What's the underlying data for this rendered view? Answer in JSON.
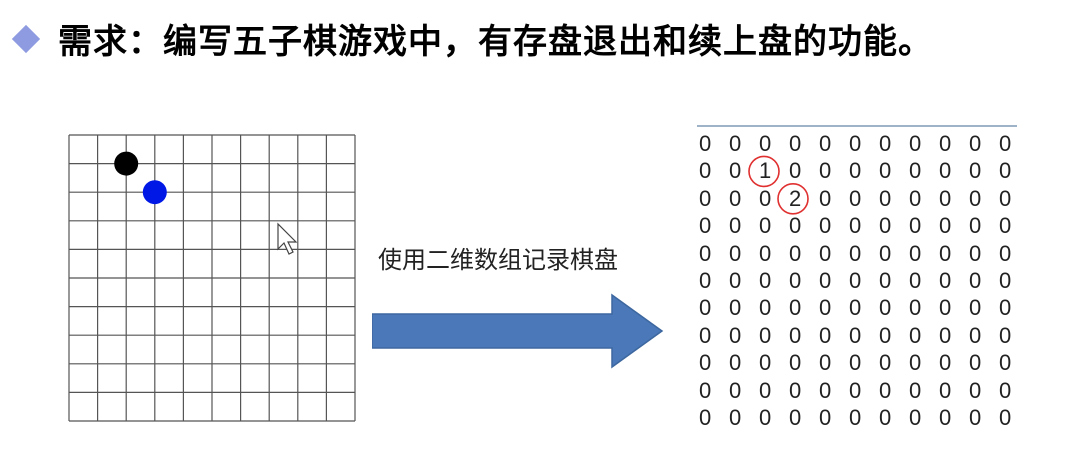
{
  "heading": {
    "bullet_icon": "diamond-bullet-icon",
    "bullet_color": "#8e9be0",
    "text": "需求：编写五子棋游戏中，有存盘退出和续上盘的功能。"
  },
  "board": {
    "rows": 10,
    "cols": 10,
    "stones": [
      {
        "row": 1,
        "col": 2,
        "color": "#000000"
      },
      {
        "row": 2,
        "col": 3,
        "color": "#0018e6"
      }
    ],
    "cursor_icon": "mouse-pointer-icon"
  },
  "caption": "使用二维数组记录棋盘",
  "arrow": {
    "icon": "right-arrow-icon",
    "color": "#4a78b8"
  },
  "matrix": {
    "rows": [
      [
        "0",
        "0",
        "0",
        "0",
        "0",
        "0",
        "0",
        "0",
        "0",
        "0",
        "0"
      ],
      [
        "0",
        "0",
        "1",
        "0",
        "0",
        "0",
        "0",
        "0",
        "0",
        "0",
        "0"
      ],
      [
        "0",
        "0",
        "0",
        "2",
        "0",
        "0",
        "0",
        "0",
        "0",
        "0",
        "0"
      ],
      [
        "0",
        "0",
        "0",
        "0",
        "0",
        "0",
        "0",
        "0",
        "0",
        "0",
        "0"
      ],
      [
        "0",
        "0",
        "0",
        "0",
        "0",
        "0",
        "0",
        "0",
        "0",
        "0",
        "0"
      ],
      [
        "0",
        "0",
        "0",
        "0",
        "0",
        "0",
        "0",
        "0",
        "0",
        "0",
        "0"
      ],
      [
        "0",
        "0",
        "0",
        "0",
        "0",
        "0",
        "0",
        "0",
        "0",
        "0",
        "0"
      ],
      [
        "0",
        "0",
        "0",
        "0",
        "0",
        "0",
        "0",
        "0",
        "0",
        "0",
        "0"
      ],
      [
        "0",
        "0",
        "0",
        "0",
        "0",
        "0",
        "0",
        "0",
        "0",
        "0",
        "0"
      ],
      [
        "0",
        "0",
        "0",
        "0",
        "0",
        "0",
        "0",
        "0",
        "0",
        "0",
        "0"
      ],
      [
        "0",
        "0",
        "0",
        "0",
        "0",
        "0",
        "0",
        "0",
        "0",
        "0",
        "0"
      ]
    ],
    "circled_cells": [
      {
        "row": 1,
        "col": 2
      },
      {
        "row": 2,
        "col": 3
      }
    ],
    "circle_color": "#e03030"
  }
}
